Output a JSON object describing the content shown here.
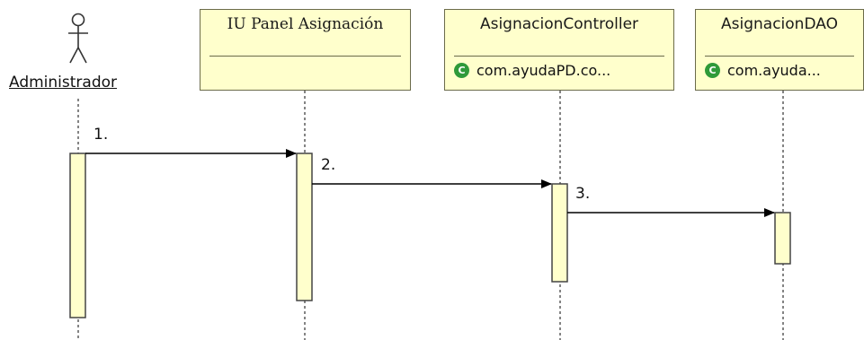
{
  "diagram": {
    "actor": {
      "name": "Administrador"
    },
    "lifelines": [
      {
        "title": "IU Panel Asignación",
        "package": ""
      },
      {
        "title": "AsignacionController",
        "package": "com.ayudaPD.co..."
      },
      {
        "title": "AsignacionDAO",
        "package": "com.ayuda..."
      }
    ],
    "messages": [
      {
        "label": "1."
      },
      {
        "label": "2."
      },
      {
        "label": "3."
      }
    ],
    "class_icon_glyph": "C",
    "colors": {
      "box_fill": "#ffffcc",
      "box_border": "#6b6b4a",
      "activation_fill": "#ffffcc",
      "class_icon": "#2f9a3a"
    }
  }
}
